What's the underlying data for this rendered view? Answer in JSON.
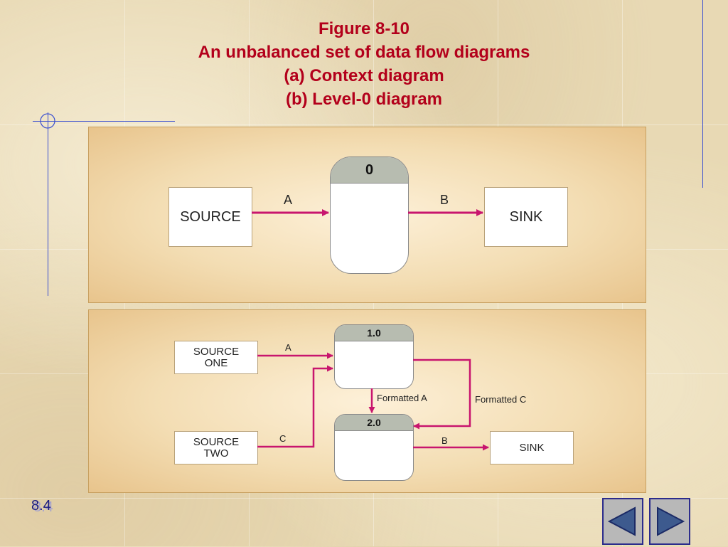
{
  "title": {
    "line1": "Figure 8-10",
    "line2": "An unbalanced set of data flow diagrams",
    "line3": "(a) Context diagram",
    "line4": "(b) Level-0 diagram"
  },
  "context_diagram": {
    "source": "SOURCE",
    "sink": "SINK",
    "process_id": "0",
    "flow_in": "A",
    "flow_out": "B"
  },
  "level0_diagram": {
    "source_one": "SOURCE ONE",
    "source_two": "SOURCE TWO",
    "sink": "SINK",
    "process1_id": "1.0",
    "process2_id": "2.0",
    "flow_a": "A",
    "flow_c": "C",
    "flow_b": "B",
    "flow_formatted_a": "Formatted A",
    "flow_formatted_c": "Formatted C"
  },
  "slide_number": "8.4",
  "colors": {
    "title": "#b3001b",
    "arrow": "#c8156e",
    "process_header": "#b7bcb0",
    "nav_frame": "#2c2c8c",
    "nav_arrow": "#3d5a8e"
  },
  "nav": {
    "prev_icon": "triangle-left-icon",
    "next_icon": "triangle-right-icon"
  }
}
